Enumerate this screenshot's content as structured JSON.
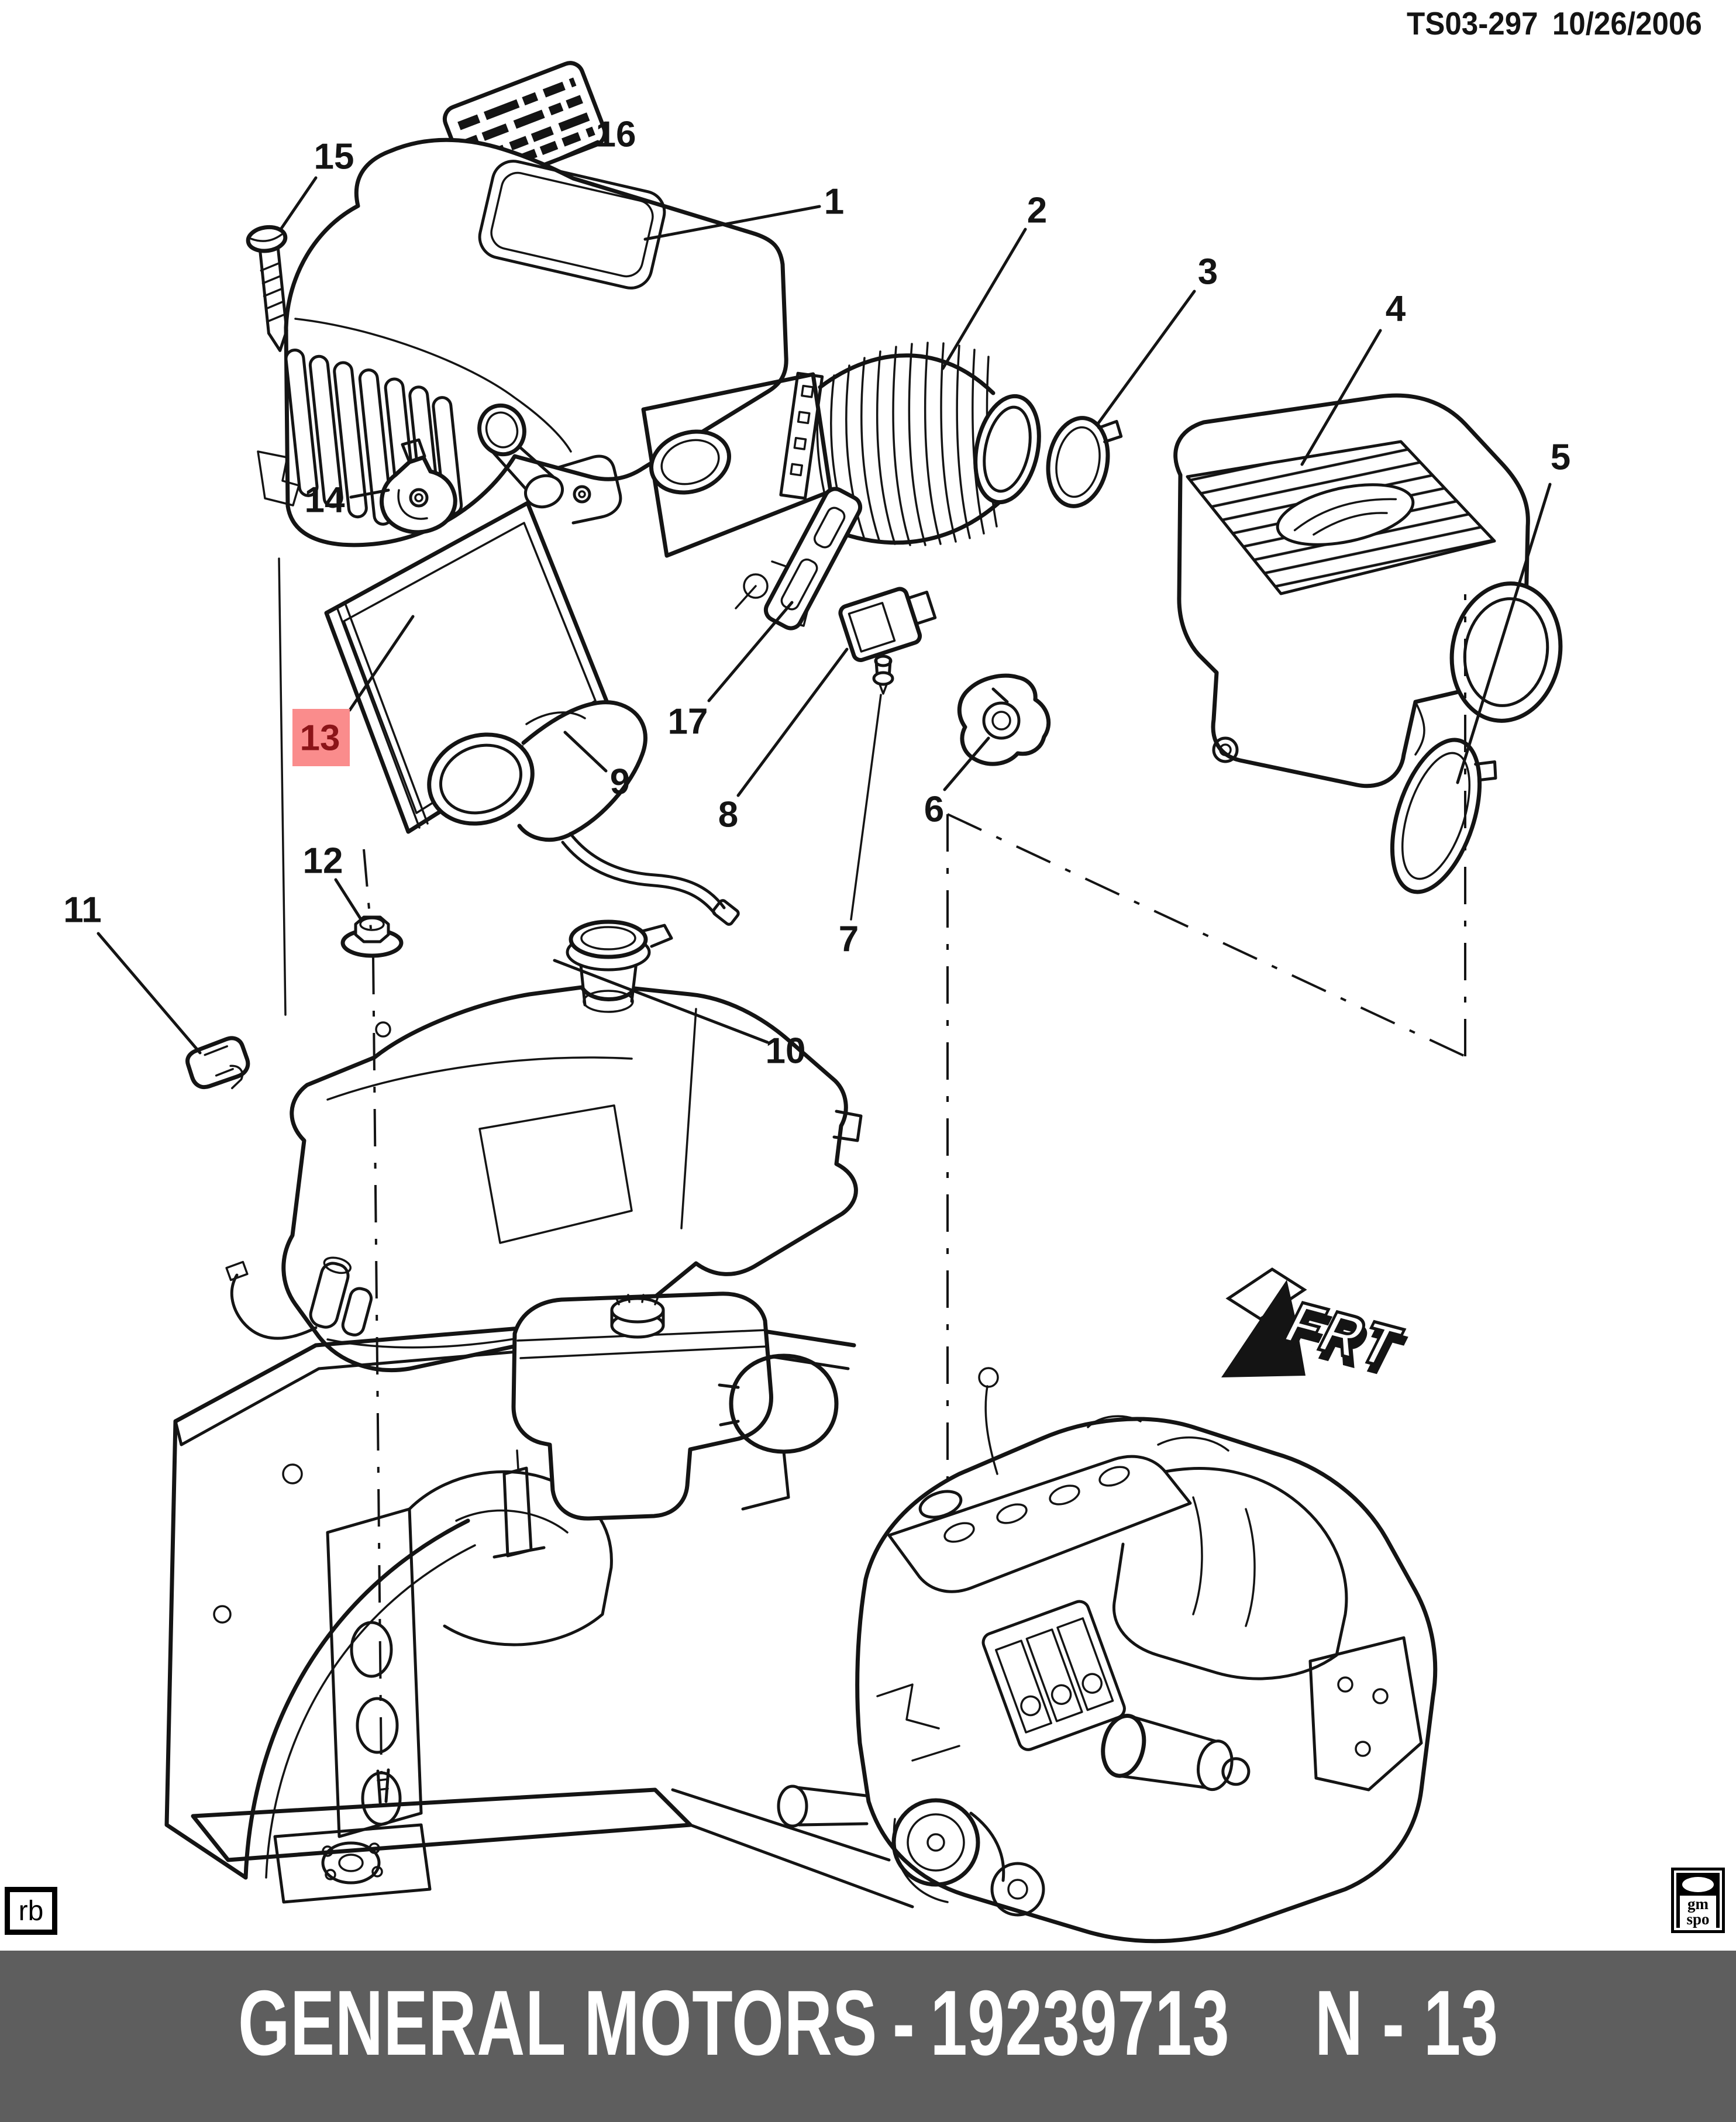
{
  "document": {
    "code": "TS03-297",
    "date": "10/26/2006"
  },
  "footer": {
    "brand": "GENERAL MOTORS",
    "separator": "-",
    "part_number": "19239713",
    "page_ref": "N - 13"
  },
  "stamps": {
    "author_initials": "rb",
    "logo": {
      "line1": "gm",
      "line2": "spo"
    }
  },
  "direction_indicator": {
    "label": "FRT"
  },
  "colors": {
    "ink": "#141414",
    "footer_bg": "#5E5E5E",
    "highlight_bg": "#FA8C8C",
    "highlight_text": "#8B1418"
  },
  "callouts": [
    {
      "label": "1",
      "highlighted": false
    },
    {
      "label": "2",
      "highlighted": false
    },
    {
      "label": "3",
      "highlighted": false
    },
    {
      "label": "4",
      "highlighted": false
    },
    {
      "label": "5",
      "highlighted": false
    },
    {
      "label": "6",
      "highlighted": false
    },
    {
      "label": "7",
      "highlighted": false
    },
    {
      "label": "8",
      "highlighted": false
    },
    {
      "label": "9",
      "highlighted": false
    },
    {
      "label": "10",
      "highlighted": false
    },
    {
      "label": "11",
      "highlighted": false
    },
    {
      "label": "12",
      "highlighted": false
    },
    {
      "label": "13",
      "highlighted": true
    },
    {
      "label": "14",
      "highlighted": false
    },
    {
      "label": "15",
      "highlighted": false
    },
    {
      "label": "16",
      "highlighted": false
    },
    {
      "label": "17",
      "highlighted": false
    }
  ]
}
